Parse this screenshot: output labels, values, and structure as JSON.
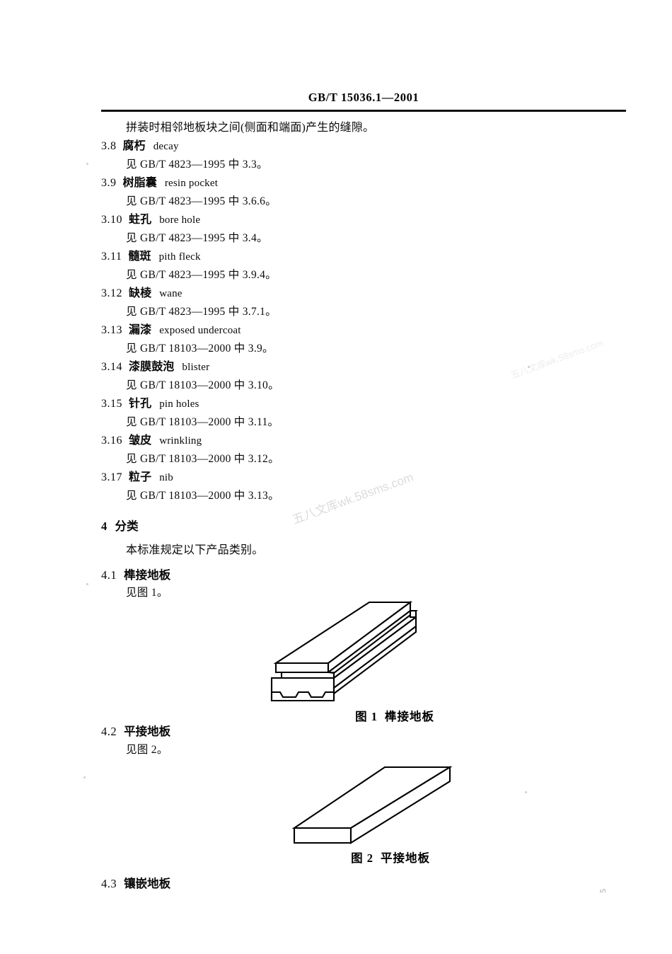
{
  "header": {
    "standard_code": "GB/T  15036.1—2001"
  },
  "lead_paragraph": "拼装时相邻地板块之间(侧面和端面)产生的缝隙。",
  "terms": [
    {
      "number": "3.8",
      "cn": "腐朽",
      "en": "decay",
      "reference": "见 GB/T 4823—1995 中 3.3。"
    },
    {
      "number": "3.9",
      "cn": "树脂囊",
      "en": "resin pocket",
      "reference": "见 GB/T 4823—1995 中 3.6.6。"
    },
    {
      "number": "3.10",
      "cn": "蛀孔",
      "en": "bore hole",
      "reference": "见 GB/T 4823—1995 中 3.4。"
    },
    {
      "number": "3.11",
      "cn": "髓斑",
      "en": "pith fleck",
      "reference": "见 GB/T 4823—1995 中 3.9.4。"
    },
    {
      "number": "3.12",
      "cn": "缺棱",
      "en": "wane",
      "reference": "见 GB/T 4823—1995 中 3.7.1。"
    },
    {
      "number": "3.13",
      "cn": "漏漆",
      "en": "exposed undercoat",
      "reference": "见 GB/T 18103—2000 中 3.9。"
    },
    {
      "number": "3.14",
      "cn": "漆膜鼓泡",
      "en": "blister",
      "reference": "见 GB/T 18103—2000 中 3.10。"
    },
    {
      "number": "3.15",
      "cn": "针孔",
      "en": "pin holes",
      "reference": "见 GB/T 18103—2000 中 3.11。"
    },
    {
      "number": "3.16",
      "cn": "皱皮",
      "en": "wrinkling",
      "reference": "见 GB/T 18103—2000 中 3.12。"
    },
    {
      "number": "3.17",
      "cn": "粒子",
      "en": "nib",
      "reference": "见 GB/T 18103—2000 中 3.13。"
    }
  ],
  "section4": {
    "number": "4",
    "title": "分类",
    "intro": "本标准规定以下产品类别。",
    "subsections": [
      {
        "number": "4.1",
        "title": "榫接地板",
        "reference": "见图 1。"
      },
      {
        "number": "4.2",
        "title": "平接地板",
        "reference": "见图 2。"
      },
      {
        "number": "4.3",
        "title": "镶嵌地板",
        "reference": ""
      }
    ]
  },
  "figures": [
    {
      "label": "图 1",
      "title": "榫接地板",
      "kind": "tongue-and-groove-floorboard"
    },
    {
      "label": "图 2",
      "title": "平接地板",
      "kind": "square-edge-floorboard"
    }
  ],
  "page_number": "5",
  "watermark": {
    "text": "五八文库wk.58sms.com"
  }
}
